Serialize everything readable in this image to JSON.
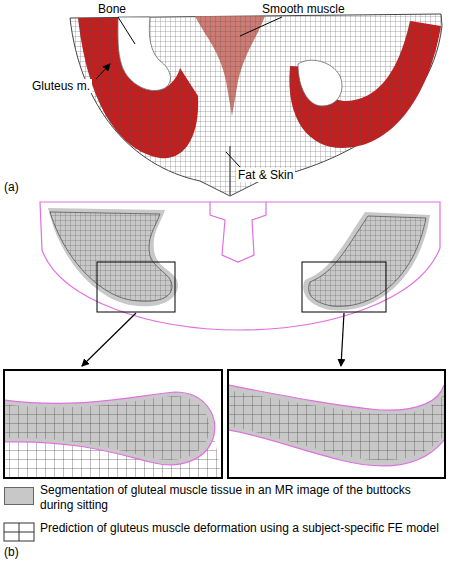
{
  "diagram": {
    "labels": [
      "Bone",
      "Smooth muscle",
      "Gluteus m.",
      "Fat & Skin",
      "(a)",
      "(b)"
    ],
    "legend": [
      {
        "text": "Segmentation of gluteal muscle tissue in an MR image of the buttocks during sitting",
        "color": "#c8c8c8"
      },
      {
        "text": "Prediction of gluteus muscle deformation using a subject-specific FE model"
      }
    ]
  }
}
